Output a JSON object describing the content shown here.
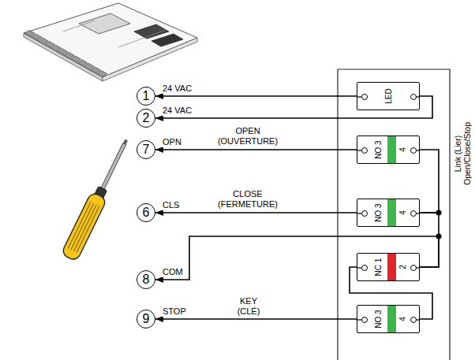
{
  "diagram": {
    "nodes": [
      {
        "text": [
          "1"
        ]
      },
      {
        "text": [
          "2"
        ]
      },
      {
        "text": [
          "7"
        ]
      },
      {
        "text": [
          "6"
        ]
      },
      {
        "text": [
          "8"
        ]
      },
      {
        "text": [
          "9"
        ]
      },
      {
        "text": [
          "LED"
        ]
      },
      {
        "text": [
          "NO 3",
          "4"
        ]
      },
      {
        "text": [
          "NO 3",
          "4"
        ]
      },
      {
        "text": [
          "NC 1",
          "2"
        ]
      },
      {
        "text": [
          "NO 3",
          "4"
        ]
      }
    ],
    "edges": [
      {
        "from": 6,
        "to": 0,
        "arrow": "to",
        "label": "24 VAC"
      },
      {
        "from": 6,
        "to": 1,
        "arrow": "to",
        "label": "24 VAC"
      },
      {
        "from": 7,
        "to": 2,
        "arrow": "to",
        "label": "OPN"
      },
      {
        "from": 8,
        "to": 3,
        "arrow": "to",
        "label": "CLS"
      },
      {
        "from": 9,
        "to": 4,
        "arrow": "to",
        "label": "COM"
      },
      {
        "from": 10,
        "to": 5,
        "arrow": "to",
        "label": "STOP"
      },
      {
        "from": 7,
        "to": 8,
        "arrow": "none"
      },
      {
        "from": 8,
        "to": 9,
        "arrow": "none"
      },
      {
        "from": 9,
        "to": 10,
        "arrow": "none"
      }
    ],
    "labels": [
      "OPEN (OUVERTURE)",
      "CLOSE (FERMETURE)",
      "KEY (CLÉ)",
      "Link (Lier) Open/Close/Stop"
    ]
  }
}
